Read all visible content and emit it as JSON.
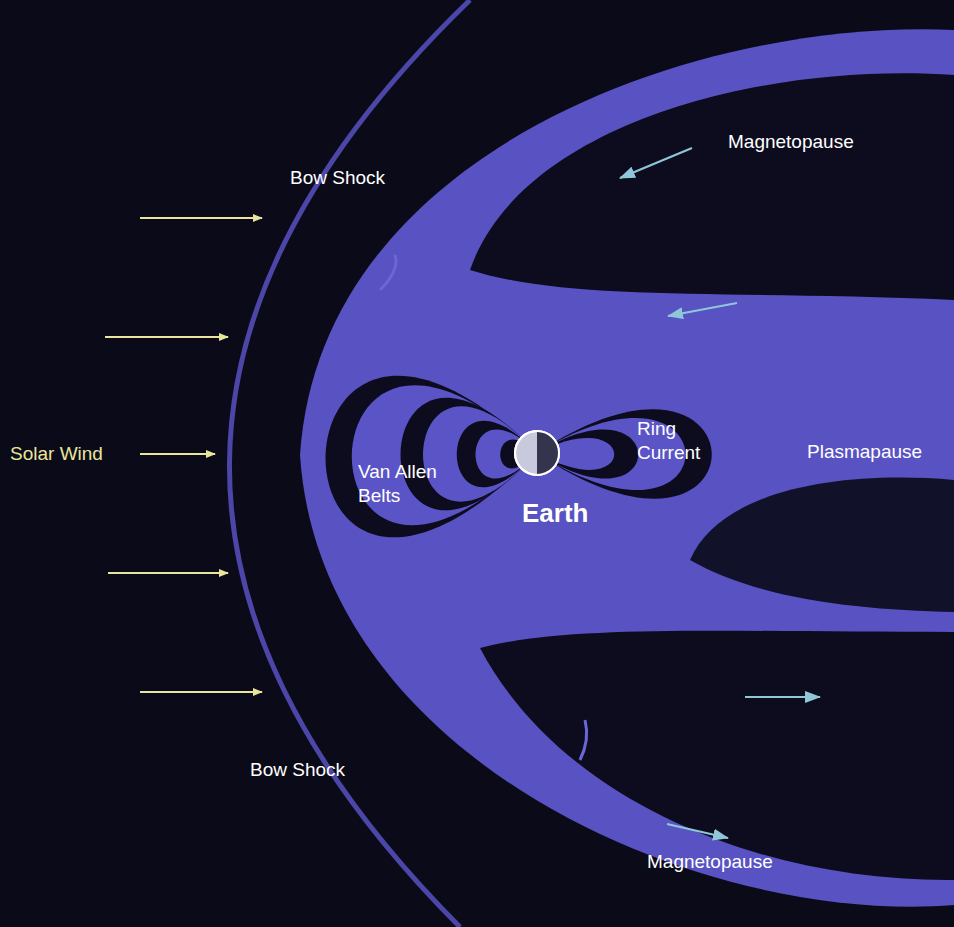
{
  "diagram": {
    "labels": [
      "Magnetopause",
      "Bow Shock",
      "Solar Wind",
      "Van Allen Belts",
      "Ring Current",
      "Earth",
      "Plasmapause",
      "Bow Shock",
      "Magnetopause"
    ]
  }
}
